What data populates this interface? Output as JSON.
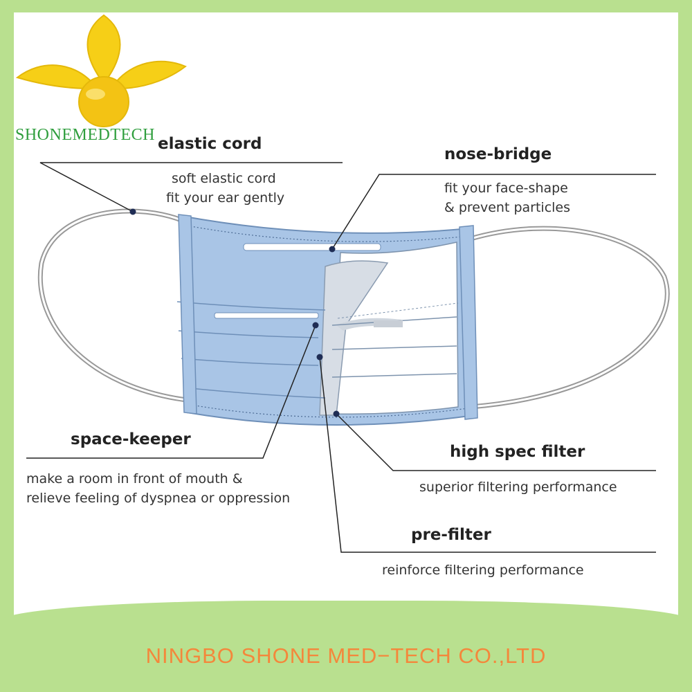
{
  "brand": {
    "logo_text": "SHONEMEDTECH",
    "colors": {
      "leaf": "#f6cf17",
      "leaf_dark": "#e4b80a",
      "text": "#2f9e3d"
    }
  },
  "labels": {
    "elastic_cord": {
      "title": "elastic cord",
      "desc": [
        "soft elastic cord",
        "fit your ear gently"
      ]
    },
    "nose_bridge": {
      "title": "nose-bridge",
      "desc": [
        "fit your face-shape",
        "& prevent particles"
      ]
    },
    "space_keeper": {
      "title": "space-keeper",
      "desc": [
        "make a room in front of mouth &",
        "relieve feeling of dyspnea or oppression"
      ]
    },
    "high_spec_filter": {
      "title": "high spec filter",
      "desc": [
        "superior filtering performance"
      ]
    },
    "pre_filter": {
      "title": "pre-filter",
      "desc": [
        "reinforce filtering performance"
      ]
    }
  },
  "footer": {
    "company": "NINGBO SHONE MED−TECH CO.,LTD"
  },
  "colors": {
    "mask_blue": "#a9c5e6",
    "border_green": "#b9e08f",
    "company_orange": "#f4873b"
  }
}
